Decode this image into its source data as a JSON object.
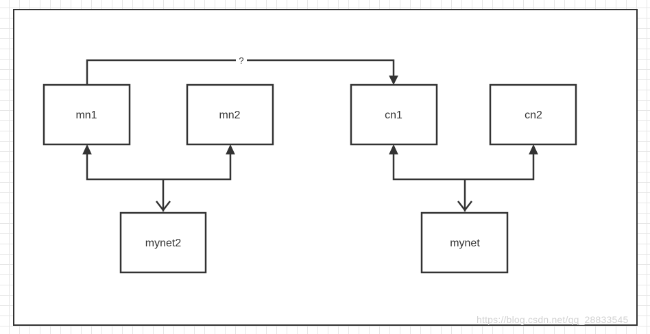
{
  "nodes": {
    "mn1": {
      "label": "mn1"
    },
    "mn2": {
      "label": "mn2"
    },
    "cn1": {
      "label": "cn1"
    },
    "cn2": {
      "label": "cn2"
    },
    "mynet2": {
      "label": "mynet2"
    },
    "mynet": {
      "label": "mynet"
    }
  },
  "edges": {
    "mn1_to_cn1": {
      "label": "?"
    }
  },
  "watermark": "https://blog.csdn.net/qq_28833545"
}
